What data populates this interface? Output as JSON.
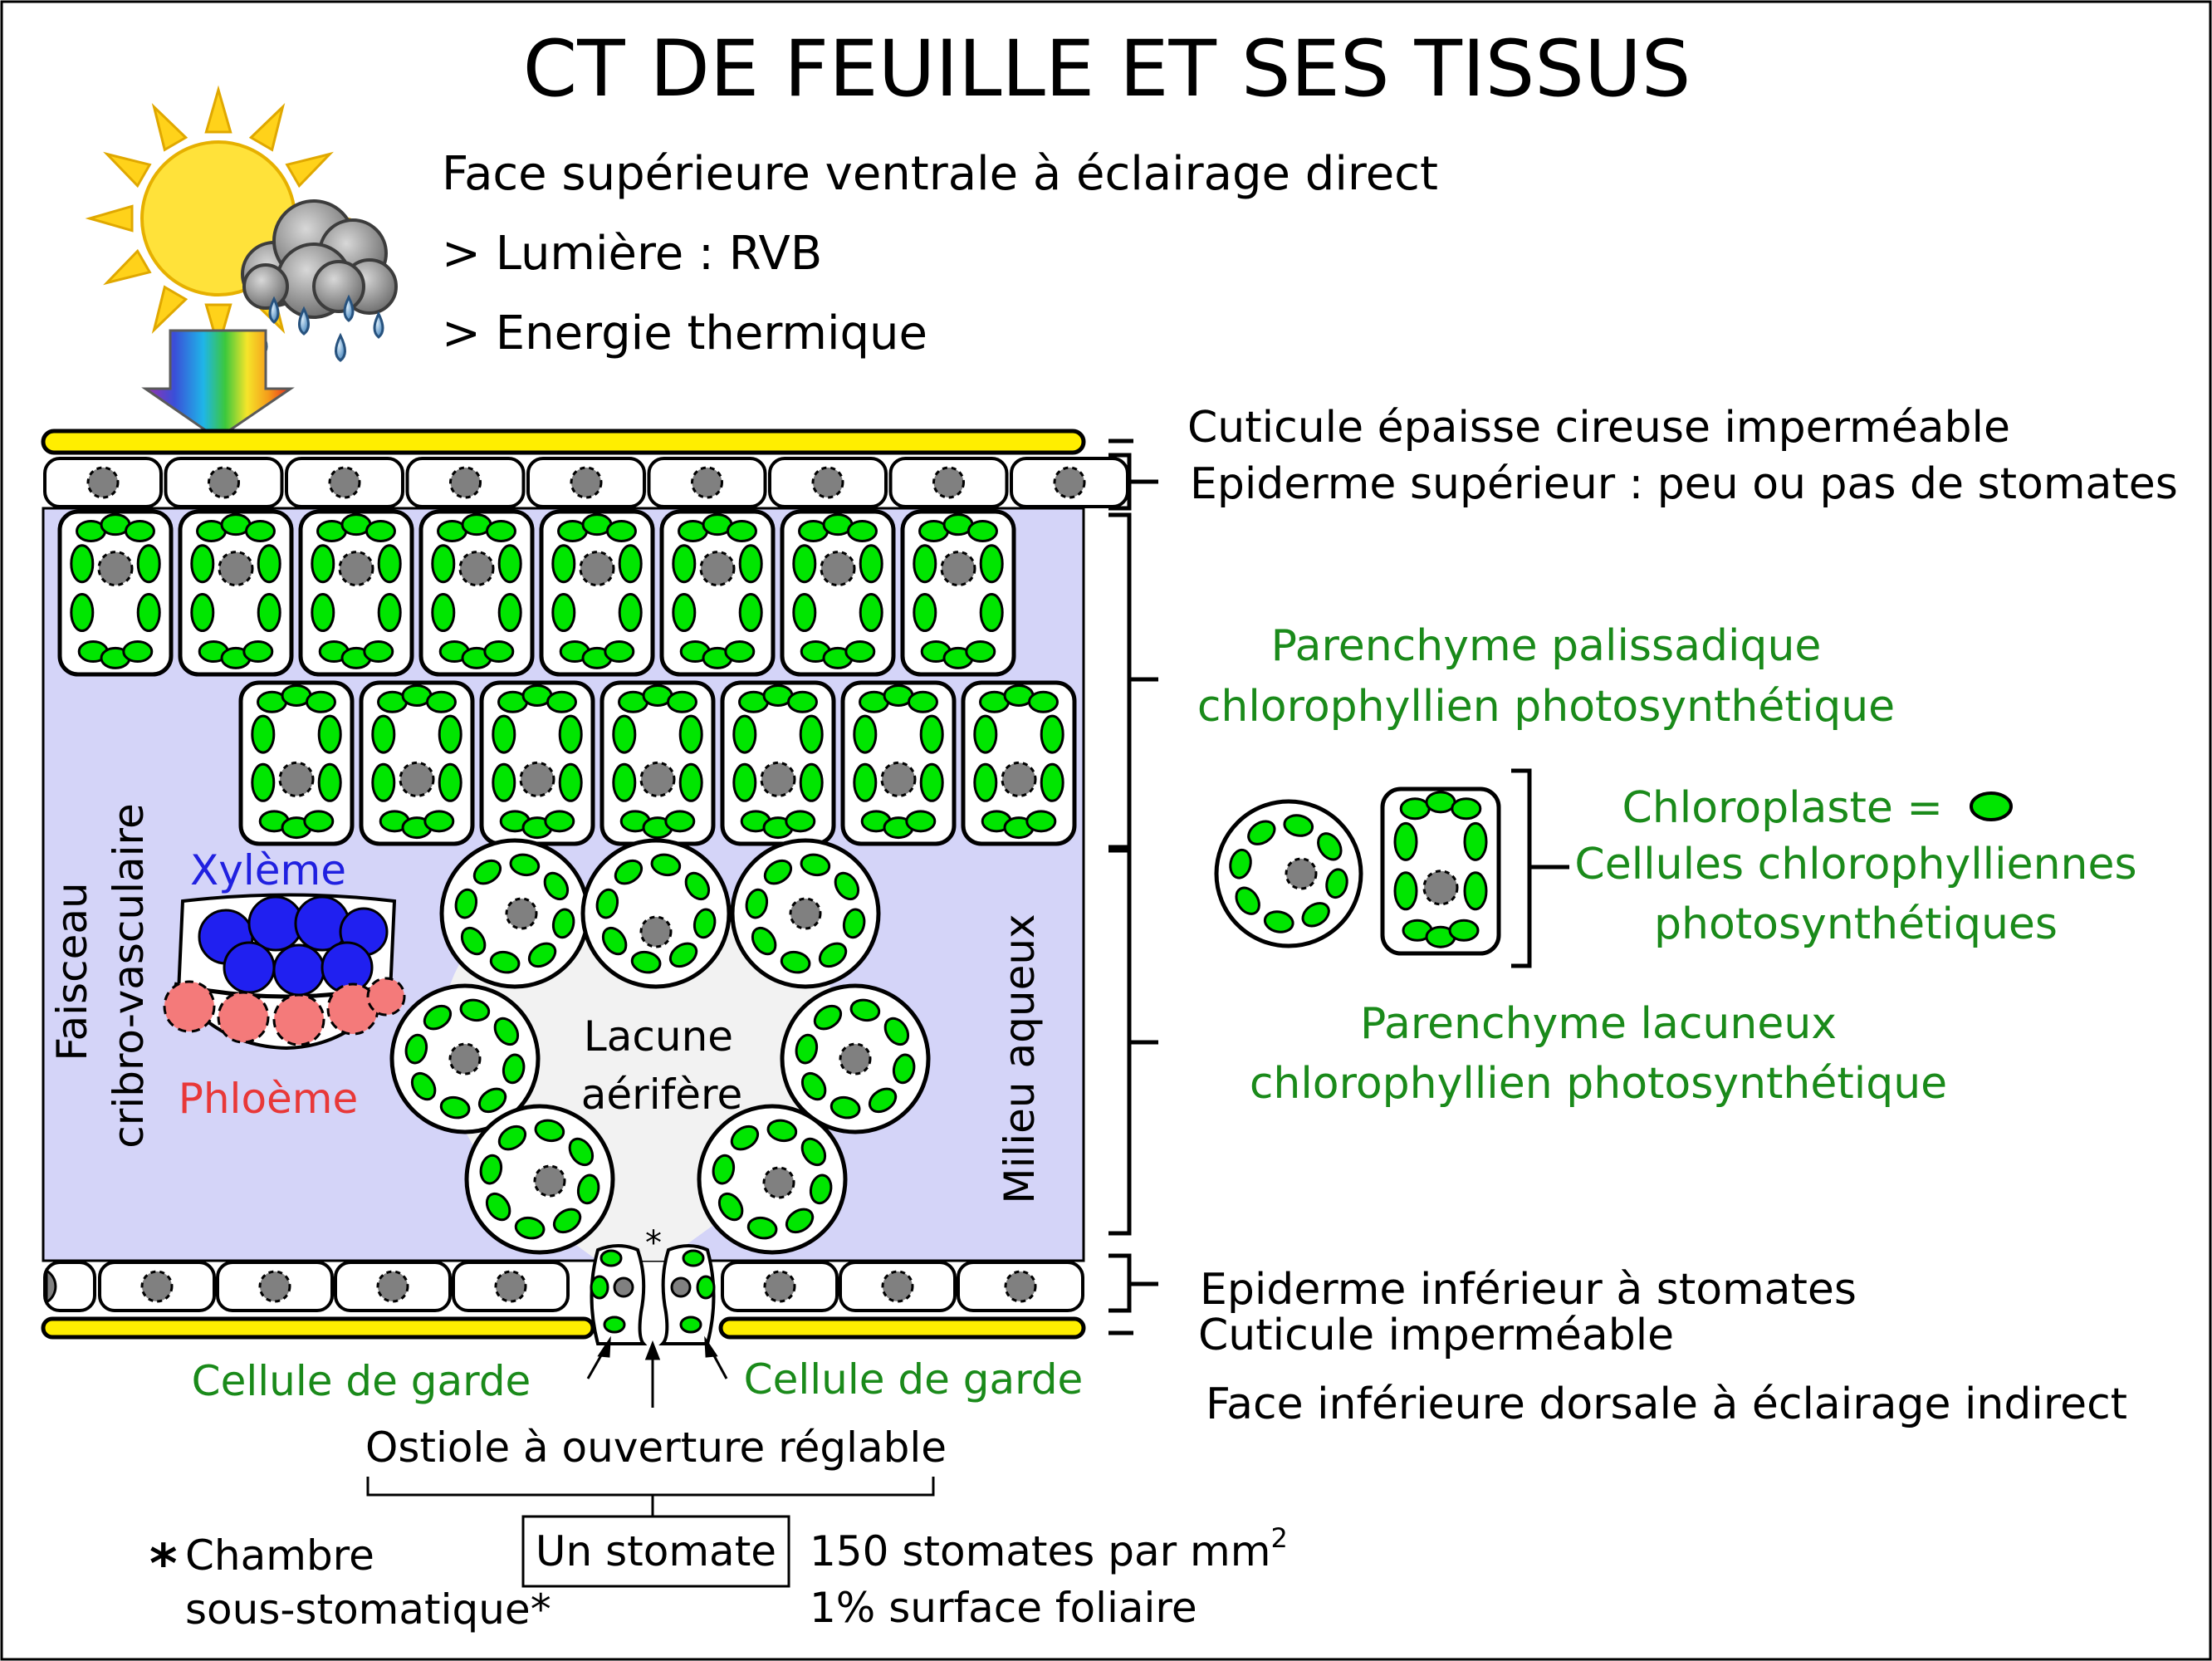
{
  "title": "CT DE FEUILLE ET SES TISSUS",
  "top_face": {
    "line1": "Face supérieure ventrale à éclairage direct",
    "line2": "> Lumière : RVB",
    "line3": "> Energie thermique"
  },
  "labels": {
    "cuticle_top": "Cuticule épaisse cireuse imperméable",
    "epidermis_top": "Epiderme supérieur : peu ou pas de stomates",
    "palisade_1": "Parenchyme palissadique",
    "palisade_2": "chlorophyllien photosynthétique",
    "chloroplast": "Chloroplaste =",
    "chloro_cells_1": "Cellules chlorophylliennes",
    "chloro_cells_2": "photosynthétiques",
    "spongy_1": "Parenchyme lacuneux",
    "spongy_2": "chlorophyllien photosynthétique",
    "epidermis_bottom": "Epiderme inférieur à stomates",
    "cuticle_bottom": "Cuticule imperméable",
    "bottom_face": "Face inférieure dorsale à éclairage indirect",
    "guard_cell_left": "Cellule de garde",
    "guard_cell_right": "Cellule de garde",
    "ostiole": "Ostiole à ouverture réglable",
    "stomate": "Un stomate",
    "density": "150 stomates par mm",
    "density_sup": "2",
    "surface": "1% surface foliaire",
    "chamber_star": "*",
    "chamber_1": "Chambre",
    "chamber_2": "sous-stomatique*",
    "bundle_1": "Faisceau",
    "bundle_2": "cribro-vasculaire",
    "xylem": "Xylème",
    "phloem": "Phloème",
    "lacuna_1": "Lacune",
    "lacuna_2": "aérifère",
    "medium": "Milieu aqueux",
    "stoma_star": "*"
  },
  "colors": {
    "cuticle": "#ffee00",
    "chloroplast": "#00e600",
    "nucleus": "#808080",
    "mesophyll": "#d4d4f8",
    "lacuna": "#f2f2f2",
    "xylem": "#2020f0",
    "phloem": "#f47a7a",
    "green_text": "#1a8a1a",
    "xylem_text": "#2020e0",
    "phloem_text": "#e83838"
  },
  "icons": [
    "sun-icon",
    "rain-cloud-icon",
    "spectrum-arrow-icon"
  ]
}
